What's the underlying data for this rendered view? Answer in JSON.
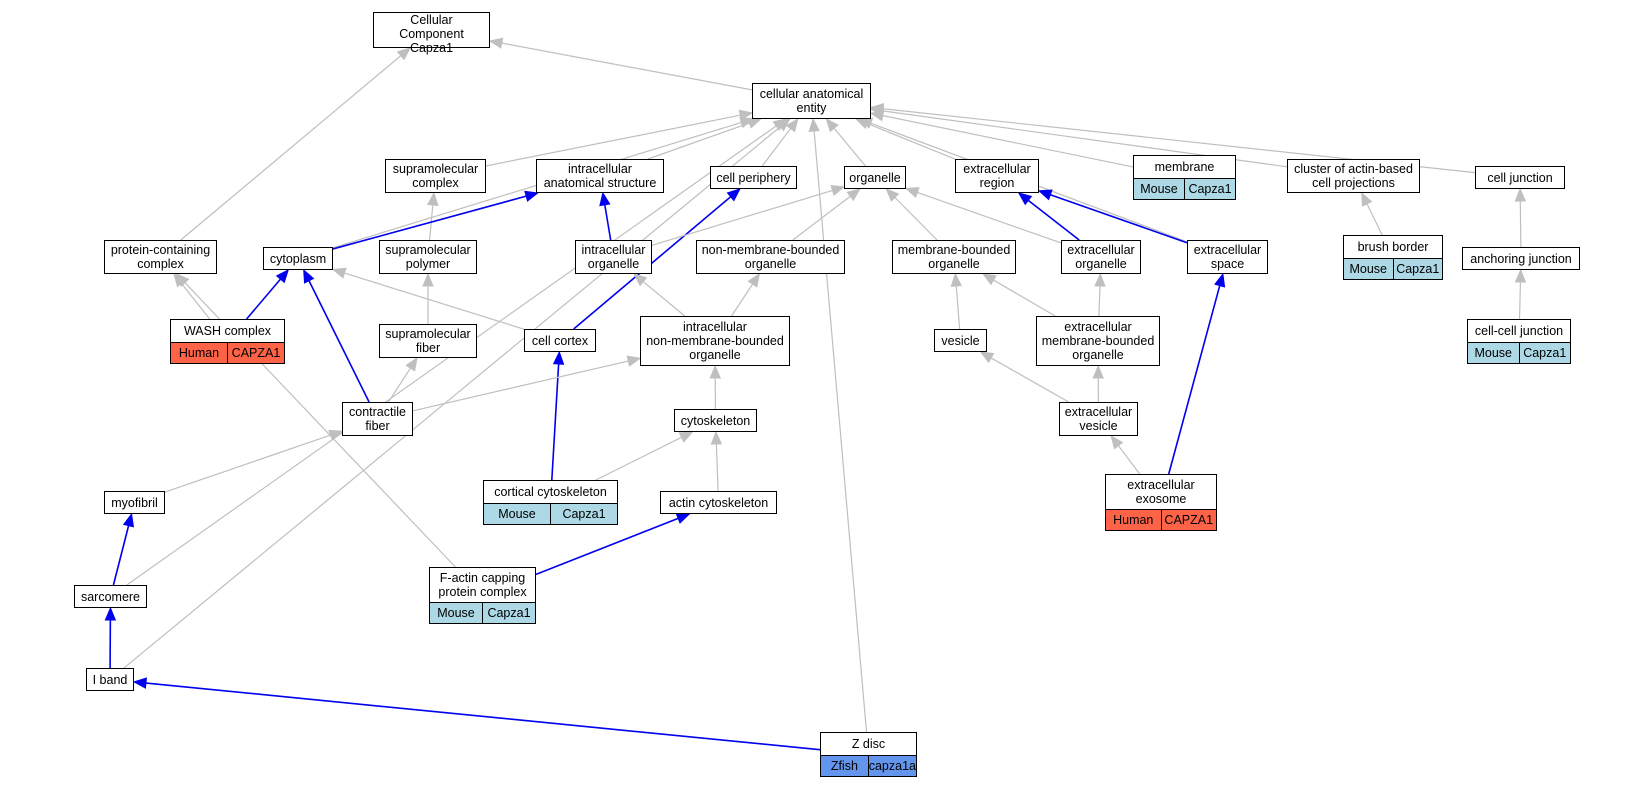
{
  "colors": {
    "edge_gray": "#bfbfbf",
    "edge_blue": "#0000ee",
    "Mouse": "#add8e6",
    "Human": "#ff6347",
    "Zfish": "#6495ed"
  },
  "nodes": [
    {
      "id": "root",
      "label": "Cellular Component\nCapza1"
    },
    {
      "id": "cae",
      "label": "cellular anatomical\nentity"
    },
    {
      "id": "supcx",
      "label": "supramolecular\ncomplex"
    },
    {
      "id": "ias",
      "label": "intracellular\nanatomical structure"
    },
    {
      "id": "cper",
      "label": "cell periphery"
    },
    {
      "id": "org",
      "label": "organelle"
    },
    {
      "id": "exreg",
      "label": "extracellular\nregion"
    },
    {
      "id": "membrane",
      "label": "membrane",
      "tags": [
        {
          "species": "Mouse",
          "gene": "Capza1"
        }
      ]
    },
    {
      "id": "cluster",
      "label": "cluster of actin-based\ncell projections"
    },
    {
      "id": "celljx",
      "label": "cell junction"
    },
    {
      "id": "pcc",
      "label": "protein-containing\ncomplex"
    },
    {
      "id": "cyto",
      "label": "cytoplasm"
    },
    {
      "id": "suppol",
      "label": "supramolecular\npolymer"
    },
    {
      "id": "iorg",
      "label": "intracellular\norganelle"
    },
    {
      "id": "nmbo",
      "label": "non-membrane-bounded\norganelle"
    },
    {
      "id": "mbo",
      "label": "membrane-bounded\norganelle"
    },
    {
      "id": "exorg",
      "label": "extracellular\norganelle"
    },
    {
      "id": "exspace",
      "label": "extracellular\nspace"
    },
    {
      "id": "brush",
      "label": "brush border",
      "tags": [
        {
          "species": "Mouse",
          "gene": "Capza1"
        }
      ]
    },
    {
      "id": "anchor",
      "label": "anchoring junction"
    },
    {
      "id": "wash",
      "label": "WASH complex",
      "tags": [
        {
          "species": "Human",
          "gene": "CAPZA1"
        }
      ]
    },
    {
      "id": "supfib",
      "label": "supramolecular\nfiber"
    },
    {
      "id": "cortex",
      "label": "cell cortex"
    },
    {
      "id": "inmbo",
      "label": "intracellular\nnon-membrane-bounded\norganelle"
    },
    {
      "id": "vesicle",
      "label": "vesicle"
    },
    {
      "id": "exmbo",
      "label": "extracellular\nmembrane-bounded\norganelle"
    },
    {
      "id": "ccjx",
      "label": "cell-cell junction",
      "tags": [
        {
          "species": "Mouse",
          "gene": "Capza1"
        }
      ]
    },
    {
      "id": "cfib",
      "label": "contractile\nfiber"
    },
    {
      "id": "cytosk",
      "label": "cytoskeleton"
    },
    {
      "id": "exves",
      "label": "extracellular\nvesicle"
    },
    {
      "id": "myofib",
      "label": "myofibril"
    },
    {
      "id": "corticalcs",
      "label": "cortical cytoskeleton",
      "tags": [
        {
          "species": "Mouse",
          "gene": "Capza1"
        }
      ]
    },
    {
      "id": "actincs",
      "label": "actin cytoskeleton"
    },
    {
      "id": "exosome",
      "label": "extracellular\nexosome",
      "tags": [
        {
          "species": "Human",
          "gene": "CAPZA1"
        }
      ]
    },
    {
      "id": "sarc",
      "label": "sarcomere"
    },
    {
      "id": "factin",
      "label": "F-actin capping\nprotein complex",
      "tags": [
        {
          "species": "Mouse",
          "gene": "Capza1"
        }
      ]
    },
    {
      "id": "iband",
      "label": "I band"
    },
    {
      "id": "zdisc",
      "label": "Z disc",
      "tags": [
        {
          "species": "Zfish",
          "gene": "capza1a"
        }
      ]
    }
  ],
  "edges": [
    {
      "from": "cae",
      "to": "root",
      "color": "gray"
    },
    {
      "from": "pcc",
      "to": "root",
      "color": "gray"
    },
    {
      "from": "supcx",
      "to": "cae",
      "color": "gray"
    },
    {
      "from": "ias",
      "to": "cae",
      "color": "gray"
    },
    {
      "from": "cper",
      "to": "cae",
      "color": "gray"
    },
    {
      "from": "org",
      "to": "cae",
      "color": "gray"
    },
    {
      "from": "exreg",
      "to": "cae",
      "color": "gray"
    },
    {
      "from": "membrane",
      "to": "cae",
      "color": "gray"
    },
    {
      "from": "cluster",
      "to": "cae",
      "color": "gray"
    },
    {
      "from": "celljx",
      "to": "cae",
      "color": "gray"
    },
    {
      "from": "exspace",
      "to": "cae",
      "color": "gray"
    },
    {
      "from": "cyto",
      "to": "cae",
      "color": "gray"
    },
    {
      "from": "sarc",
      "to": "cae",
      "color": "gray"
    },
    {
      "from": "iband",
      "to": "cae",
      "color": "gray"
    },
    {
      "from": "zdisc",
      "to": "cae",
      "color": "gray"
    },
    {
      "from": "suppol",
      "to": "supcx",
      "color": "gray"
    },
    {
      "from": "supfib",
      "to": "suppol",
      "color": "gray"
    },
    {
      "from": "cfib",
      "to": "supfib",
      "color": "gray"
    },
    {
      "from": "cyto",
      "to": "ias",
      "color": "blue"
    },
    {
      "from": "iorg",
      "to": "ias",
      "color": "blue"
    },
    {
      "from": "cortex",
      "to": "cper",
      "color": "blue"
    },
    {
      "from": "iorg",
      "to": "org",
      "color": "gray"
    },
    {
      "from": "nmbo",
      "to": "org",
      "color": "gray"
    },
    {
      "from": "mbo",
      "to": "org",
      "color": "gray"
    },
    {
      "from": "exorg",
      "to": "org",
      "color": "gray"
    },
    {
      "from": "exorg",
      "to": "exreg",
      "color": "blue"
    },
    {
      "from": "exspace",
      "to": "exreg",
      "color": "blue"
    },
    {
      "from": "brush",
      "to": "cluster",
      "color": "gray"
    },
    {
      "from": "anchor",
      "to": "celljx",
      "color": "gray"
    },
    {
      "from": "ccjx",
      "to": "anchor",
      "color": "gray"
    },
    {
      "from": "wash",
      "to": "pcc",
      "color": "gray"
    },
    {
      "from": "factin",
      "to": "pcc",
      "color": "gray"
    },
    {
      "from": "wash",
      "to": "cyto",
      "color": "blue"
    },
    {
      "from": "cfib",
      "to": "cyto",
      "color": "blue"
    },
    {
      "from": "cortex",
      "to": "cyto",
      "color": "gray"
    },
    {
      "from": "inmbo",
      "to": "iorg",
      "color": "gray"
    },
    {
      "from": "inmbo",
      "to": "nmbo",
      "color": "gray"
    },
    {
      "from": "vesicle",
      "to": "mbo",
      "color": "gray"
    },
    {
      "from": "exmbo",
      "to": "mbo",
      "color": "gray"
    },
    {
      "from": "exmbo",
      "to": "exorg",
      "color": "gray"
    },
    {
      "from": "corticalcs",
      "to": "cortex",
      "color": "blue"
    },
    {
      "from": "cfib",
      "to": "inmbo",
      "color": "gray"
    },
    {
      "from": "cytosk",
      "to": "inmbo",
      "color": "gray"
    },
    {
      "from": "exves",
      "to": "vesicle",
      "color": "gray"
    },
    {
      "from": "exves",
      "to": "exmbo",
      "color": "gray"
    },
    {
      "from": "myofib",
      "to": "cfib",
      "color": "gray"
    },
    {
      "from": "corticalcs",
      "to": "cytosk",
      "color": "gray"
    },
    {
      "from": "actincs",
      "to": "cytosk",
      "color": "gray"
    },
    {
      "from": "exosome",
      "to": "exves",
      "color": "gray"
    },
    {
      "from": "exosome",
      "to": "exspace",
      "color": "blue"
    },
    {
      "from": "sarc",
      "to": "myofib",
      "color": "blue"
    },
    {
      "from": "factin",
      "to": "actincs",
      "color": "blue"
    },
    {
      "from": "iband",
      "to": "sarc",
      "color": "blue"
    },
    {
      "from": "zdisc",
      "to": "iband",
      "color": "blue"
    }
  ]
}
